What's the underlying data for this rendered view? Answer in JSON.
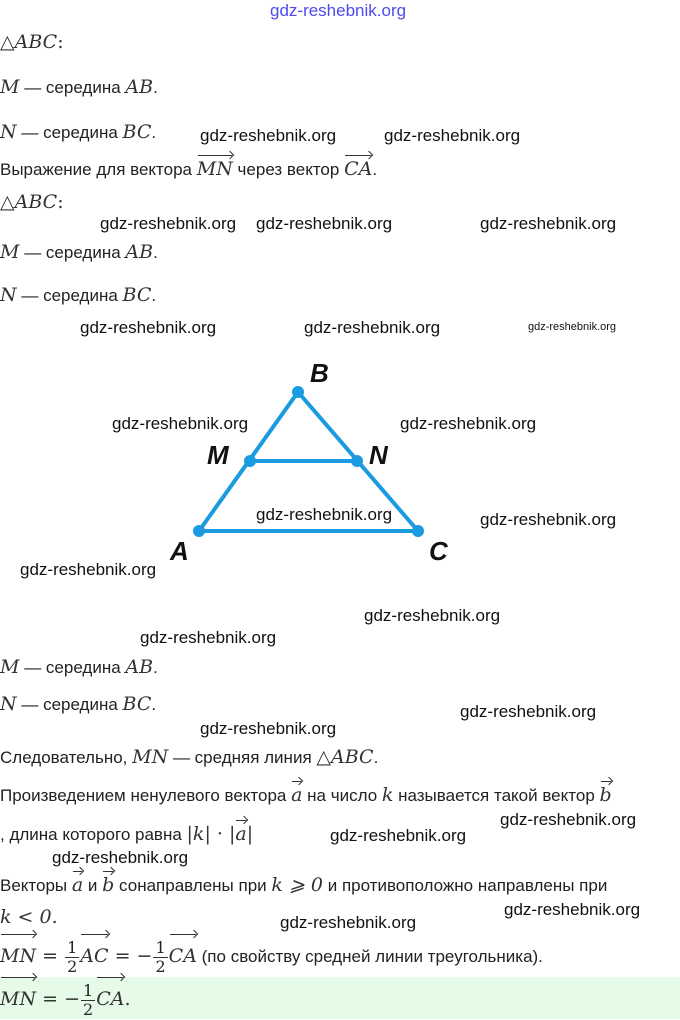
{
  "watermark": "gdz-reshebnik.org",
  "triangle_name": "ABC",
  "given": {
    "tri_colon": ":",
    "m_point": "M",
    "n_point": "N",
    "dash_mid": " — середина ",
    "ab": "AB",
    "bc": "BC",
    "period": "."
  },
  "question": {
    "text1": "Выражение для вектора ",
    "vec1": "MN",
    "text2": " через вектор ",
    "vec2": "CA",
    "end": "."
  },
  "diagram": {
    "labels": {
      "A": "A",
      "B": "B",
      "C": "C",
      "M": "M",
      "N": "N"
    },
    "color": "#1a9ae0"
  },
  "solution": {
    "therefore": "Следовательно, ",
    "mn": "MN",
    "midline": " — средняя линия ",
    "abc": "ABC",
    "def1": "Произведением ненулевого вектора ",
    "a": "a",
    "def2": " на число ",
    "k": "k",
    "def3": " называется такой вектор ",
    "b": "b",
    "def4": ", длина которого равна ",
    "absk": "|k| · |",
    "absk_end": "|",
    "vectors": "Векторы ",
    "and": " и ",
    "codir": " сонаправлены при ",
    "kge0": "k ⩾ 0",
    "opp": " и противоположно направлены при",
    "klt0": "k < 0.",
    "eq_mn": "MN",
    "eq_sign": " = ",
    "eq_neg": " = −",
    "one": "1",
    "two": "2",
    "ac": "AC",
    "ca": "CA",
    "reason": " (по свойству средней линии треугольника).",
    "final_end": "."
  }
}
